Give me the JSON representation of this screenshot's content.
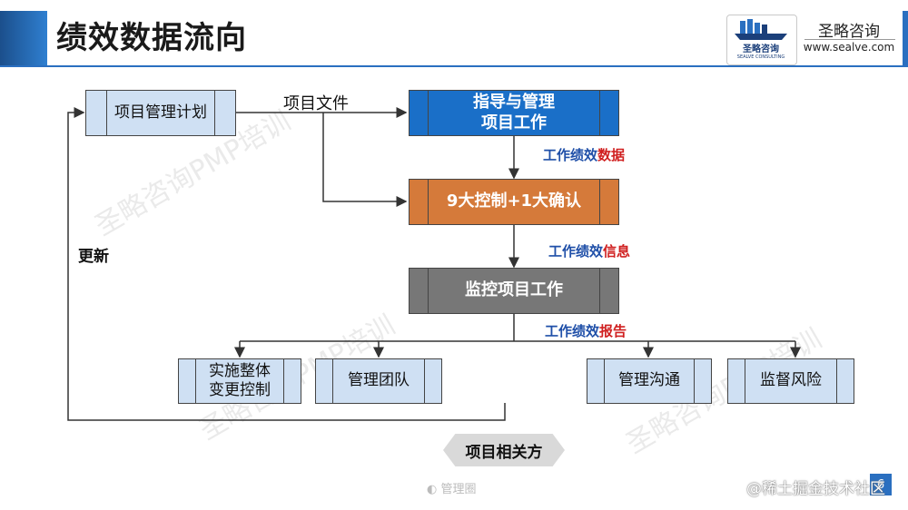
{
  "header": {
    "title": "绩效数据流向",
    "logo_text": "圣略咨询",
    "logo_sub": "SEALVE CONSULTING",
    "brand_cn": "圣略咨询",
    "brand_url": "www.sealve.com"
  },
  "diagram": {
    "nodes": {
      "plan": "项目管理计划",
      "direct_line1": "指导与管理",
      "direct_line2": "项目工作",
      "control": "9大控制+1大确认",
      "monitor": "监控项目工作",
      "change_line1": "实施整体",
      "change_line2": "变更控制",
      "team": "管理团队",
      "comm": "管理沟通",
      "risk": "监督风险",
      "stakeholders": "项目相关方"
    },
    "edge_labels": {
      "project_docs": "项目文件",
      "update": "更新",
      "data_prefix": "工作绩效",
      "data_suffix": "数据",
      "info_prefix": "工作绩效",
      "info_suffix": "信息",
      "report_prefix": "工作绩效",
      "report_suffix": "报告"
    }
  },
  "watermarks": [
    "圣略咨询PMP培训",
    "圣略咨询PMP培训",
    "圣略咨询PMP培训"
  ],
  "footer": {
    "center": "管理圈",
    "right": "@稀土掘金技术社区",
    "page_number": "6"
  },
  "colors": {
    "accent_blue": "#1a6fc8",
    "orange": "#d57a3a",
    "gray": "#777777",
    "light_blue": "#cfe0f3",
    "label_blue": "#1f4fa8",
    "label_red": "#d02020"
  }
}
